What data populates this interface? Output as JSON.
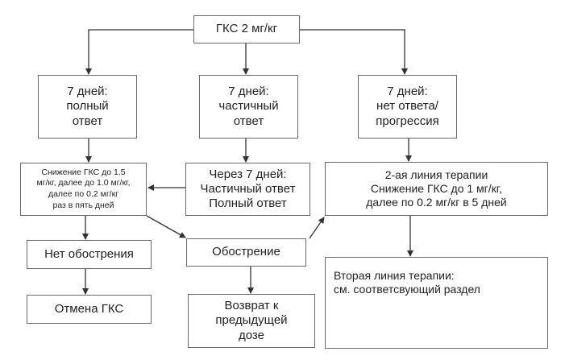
{
  "diagram": {
    "type": "flowchart",
    "language": "ru",
    "nodes": {
      "start": {
        "lines": [
          "ГКС 2 мг/кг"
        ]
      },
      "full_response": {
        "lines": [
          "7 дней:",
          "полный",
          "ответ"
        ]
      },
      "partial_response": {
        "lines": [
          "7 дней:",
          "частичный",
          "ответ"
        ]
      },
      "no_response": {
        "lines": [
          "7 дней:",
          "нет ответа/",
          "прогрессия"
        ]
      },
      "taper": {
        "lines": [
          "Снижение ГКС до 1.5",
          "мг/кг, далее до 1.0 мг/кг,",
          "далее по 0.2 мг/кг",
          "раз в пять дней"
        ]
      },
      "after_7_days": {
        "lines": [
          "Через 7 дней:",
          "Частичный ответ",
          "Полный ответ"
        ]
      },
      "second_line_taper": {
        "lines": [
          "2-ая линия терапии",
          "Снижение ГКС до 1 мг/кг,",
          "далее по 0.2 мг/кг в 5 дней"
        ]
      },
      "no_flare": {
        "lines": [
          "Нет обострения"
        ]
      },
      "flare": {
        "lines": [
          "Обострение"
        ]
      },
      "second_line_ref": {
        "lines": [
          "Вторая линия терапии:",
          "см. соответсвующий раздел"
        ]
      },
      "stop_gcs": {
        "lines": [
          "Отмена ГКС"
        ]
      },
      "return_prev_dose": {
        "lines": [
          "Возврат к",
          "предыдущей",
          "дозе"
        ]
      }
    },
    "edges": [
      [
        "start",
        "full_response"
      ],
      [
        "start",
        "partial_response"
      ],
      [
        "start",
        "no_response"
      ],
      [
        "full_response",
        "taper"
      ],
      [
        "partial_response",
        "after_7_days"
      ],
      [
        "after_7_days",
        "taper"
      ],
      [
        "no_response",
        "second_line_taper"
      ],
      [
        "taper",
        "no_flare"
      ],
      [
        "taper",
        "flare"
      ],
      [
        "flare",
        "second_line_taper"
      ],
      [
        "flare",
        "return_prev_dose"
      ],
      [
        "no_flare",
        "stop_gcs"
      ],
      [
        "second_line_taper",
        "second_line_ref"
      ]
    ],
    "colors": {
      "line": "#333333",
      "border": "#6a6a6a",
      "text": "#222222",
      "background": "#ffffff"
    }
  }
}
